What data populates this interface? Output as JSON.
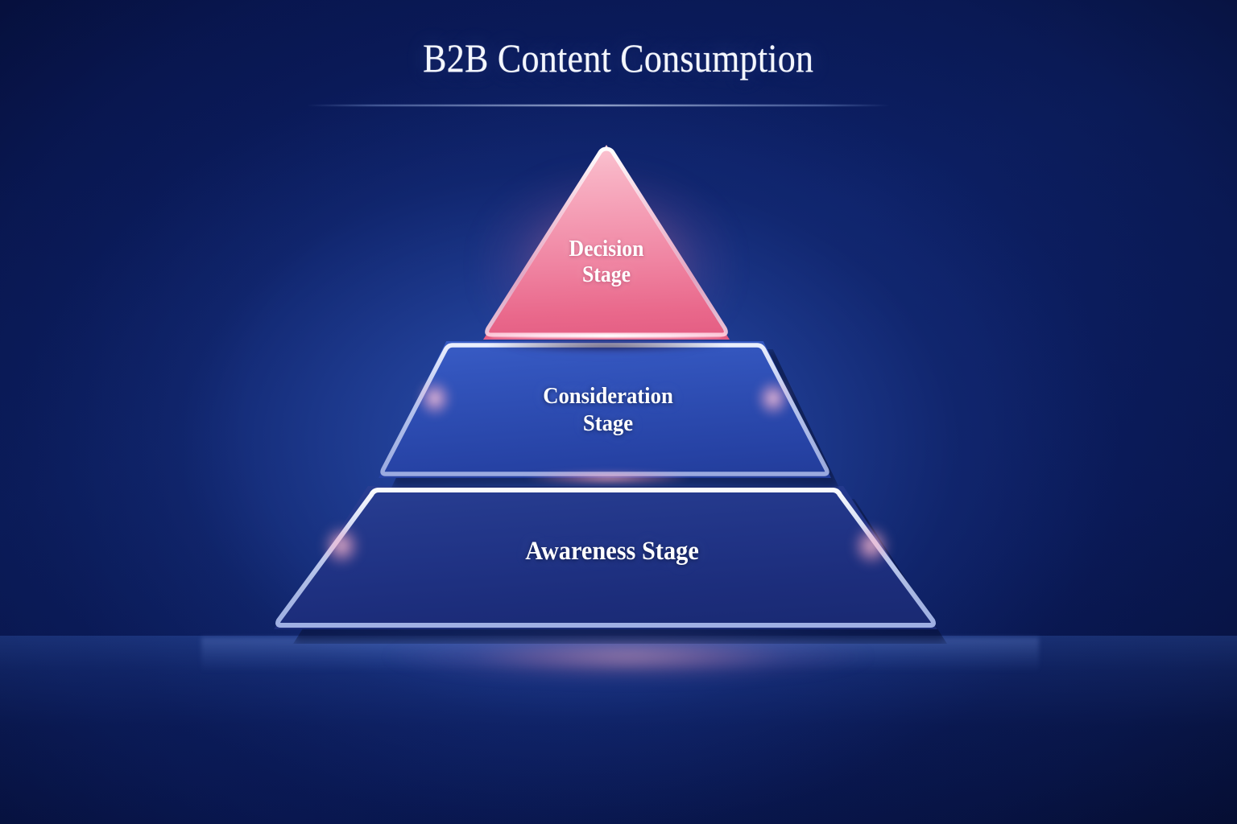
{
  "header": {
    "title": "B2B Content Consumption",
    "divider": "title-divider"
  },
  "diagram": {
    "name": "b2b-content-consumption-pyramid",
    "type": "pyramid",
    "orientation": "apex-up",
    "tier_count": 3,
    "tiers": [
      {
        "id": "decision",
        "rank": 1,
        "position": "top",
        "shape": "triangle",
        "label": "Decision\nStage",
        "label_lines": [
          "Decision",
          "Stage"
        ],
        "fill_color": "#ef82a0",
        "fill_top_color": "#fbc6d3",
        "fill_bottom_color": "#e35c82",
        "text_color": "#ffffff",
        "glow_color": "#ff96b4"
      },
      {
        "id": "consideration",
        "rank": 2,
        "position": "middle",
        "shape": "trapezoid",
        "label": "Consideration\nStage",
        "label_lines": [
          "Consideration",
          "Stage"
        ],
        "fill_color": "#2c4bb0",
        "fill_top_color": "#3a5dc6",
        "fill_bottom_color": "#223c99",
        "stroke_color": "#c7d4f5",
        "text_color": "#ffffff",
        "glow_color": "#ffb9cd"
      },
      {
        "id": "awareness",
        "rank": 3,
        "position": "bottom",
        "shape": "trapezoid",
        "label": "Awareness Stage",
        "label_lines": [
          "Awareness Stage"
        ],
        "fill_color": "#203385",
        "fill_top_color": "#2a3f93",
        "fill_bottom_color": "#192971",
        "stroke_color": "#cdd9f7",
        "text_color": "#ffffff",
        "glow_color": "#ffc8d7"
      }
    ]
  },
  "background": {
    "base_color": "#0a1a5c",
    "center_color": "#2e54b6",
    "edge_color": "#081547",
    "floor_reflection_color": "#f6a2b6"
  }
}
